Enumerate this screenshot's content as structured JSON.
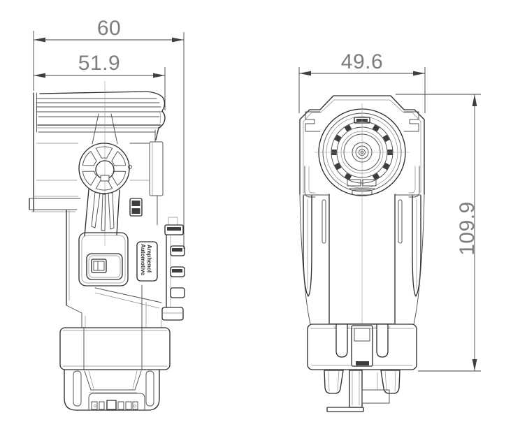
{
  "drawing": {
    "brand": {
      "line1": "Amphenol",
      "line2": "Automotive"
    },
    "dimensions": {
      "side_overall_width": "60",
      "side_body_width": "51.9",
      "front_width": "49.6",
      "overall_height": "109.9"
    },
    "colors": {
      "background": "#ffffff",
      "outline": "#2e2e2e",
      "detail": "#4f4f4f",
      "fine": "#8a8a8a",
      "dim_line": "#3f3f3f",
      "dim_text": "#7d7d7d"
    }
  }
}
